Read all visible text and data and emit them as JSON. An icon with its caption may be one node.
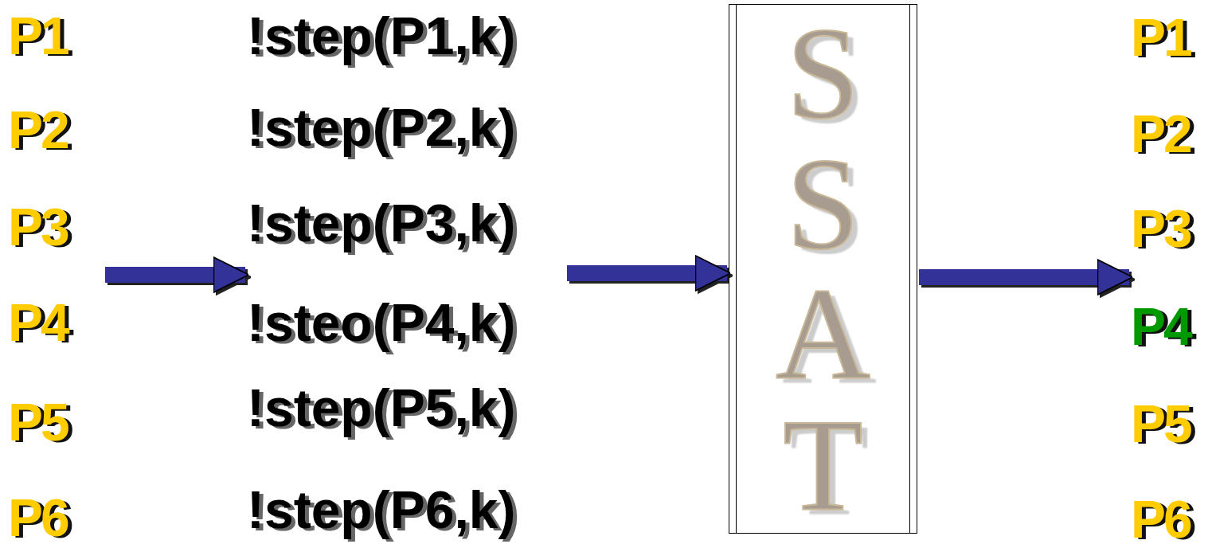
{
  "diagram": {
    "nodes": [
      {
        "text": [
          "P1",
          "P2",
          "P3",
          "P4",
          "P5",
          "P6"
        ]
      },
      {
        "text": [
          "!step(P1,k)",
          "!step(P2,k)",
          "!step(P3,k)",
          "!steo(P4,k)",
          "!step(P5,k)",
          "!step(P6,k)"
        ]
      },
      {
        "text": [
          "SSAT"
        ]
      },
      {
        "text": [
          "P1",
          "P2",
          "P3",
          "P4",
          "P5",
          "P6"
        ]
      }
    ],
    "edges": [
      {
        "from": 0,
        "to": 1,
        "arrow": "to"
      },
      {
        "from": 1,
        "to": 2,
        "arrow": "to"
      },
      {
        "from": 2,
        "to": 3,
        "arrow": "to"
      }
    ]
  }
}
